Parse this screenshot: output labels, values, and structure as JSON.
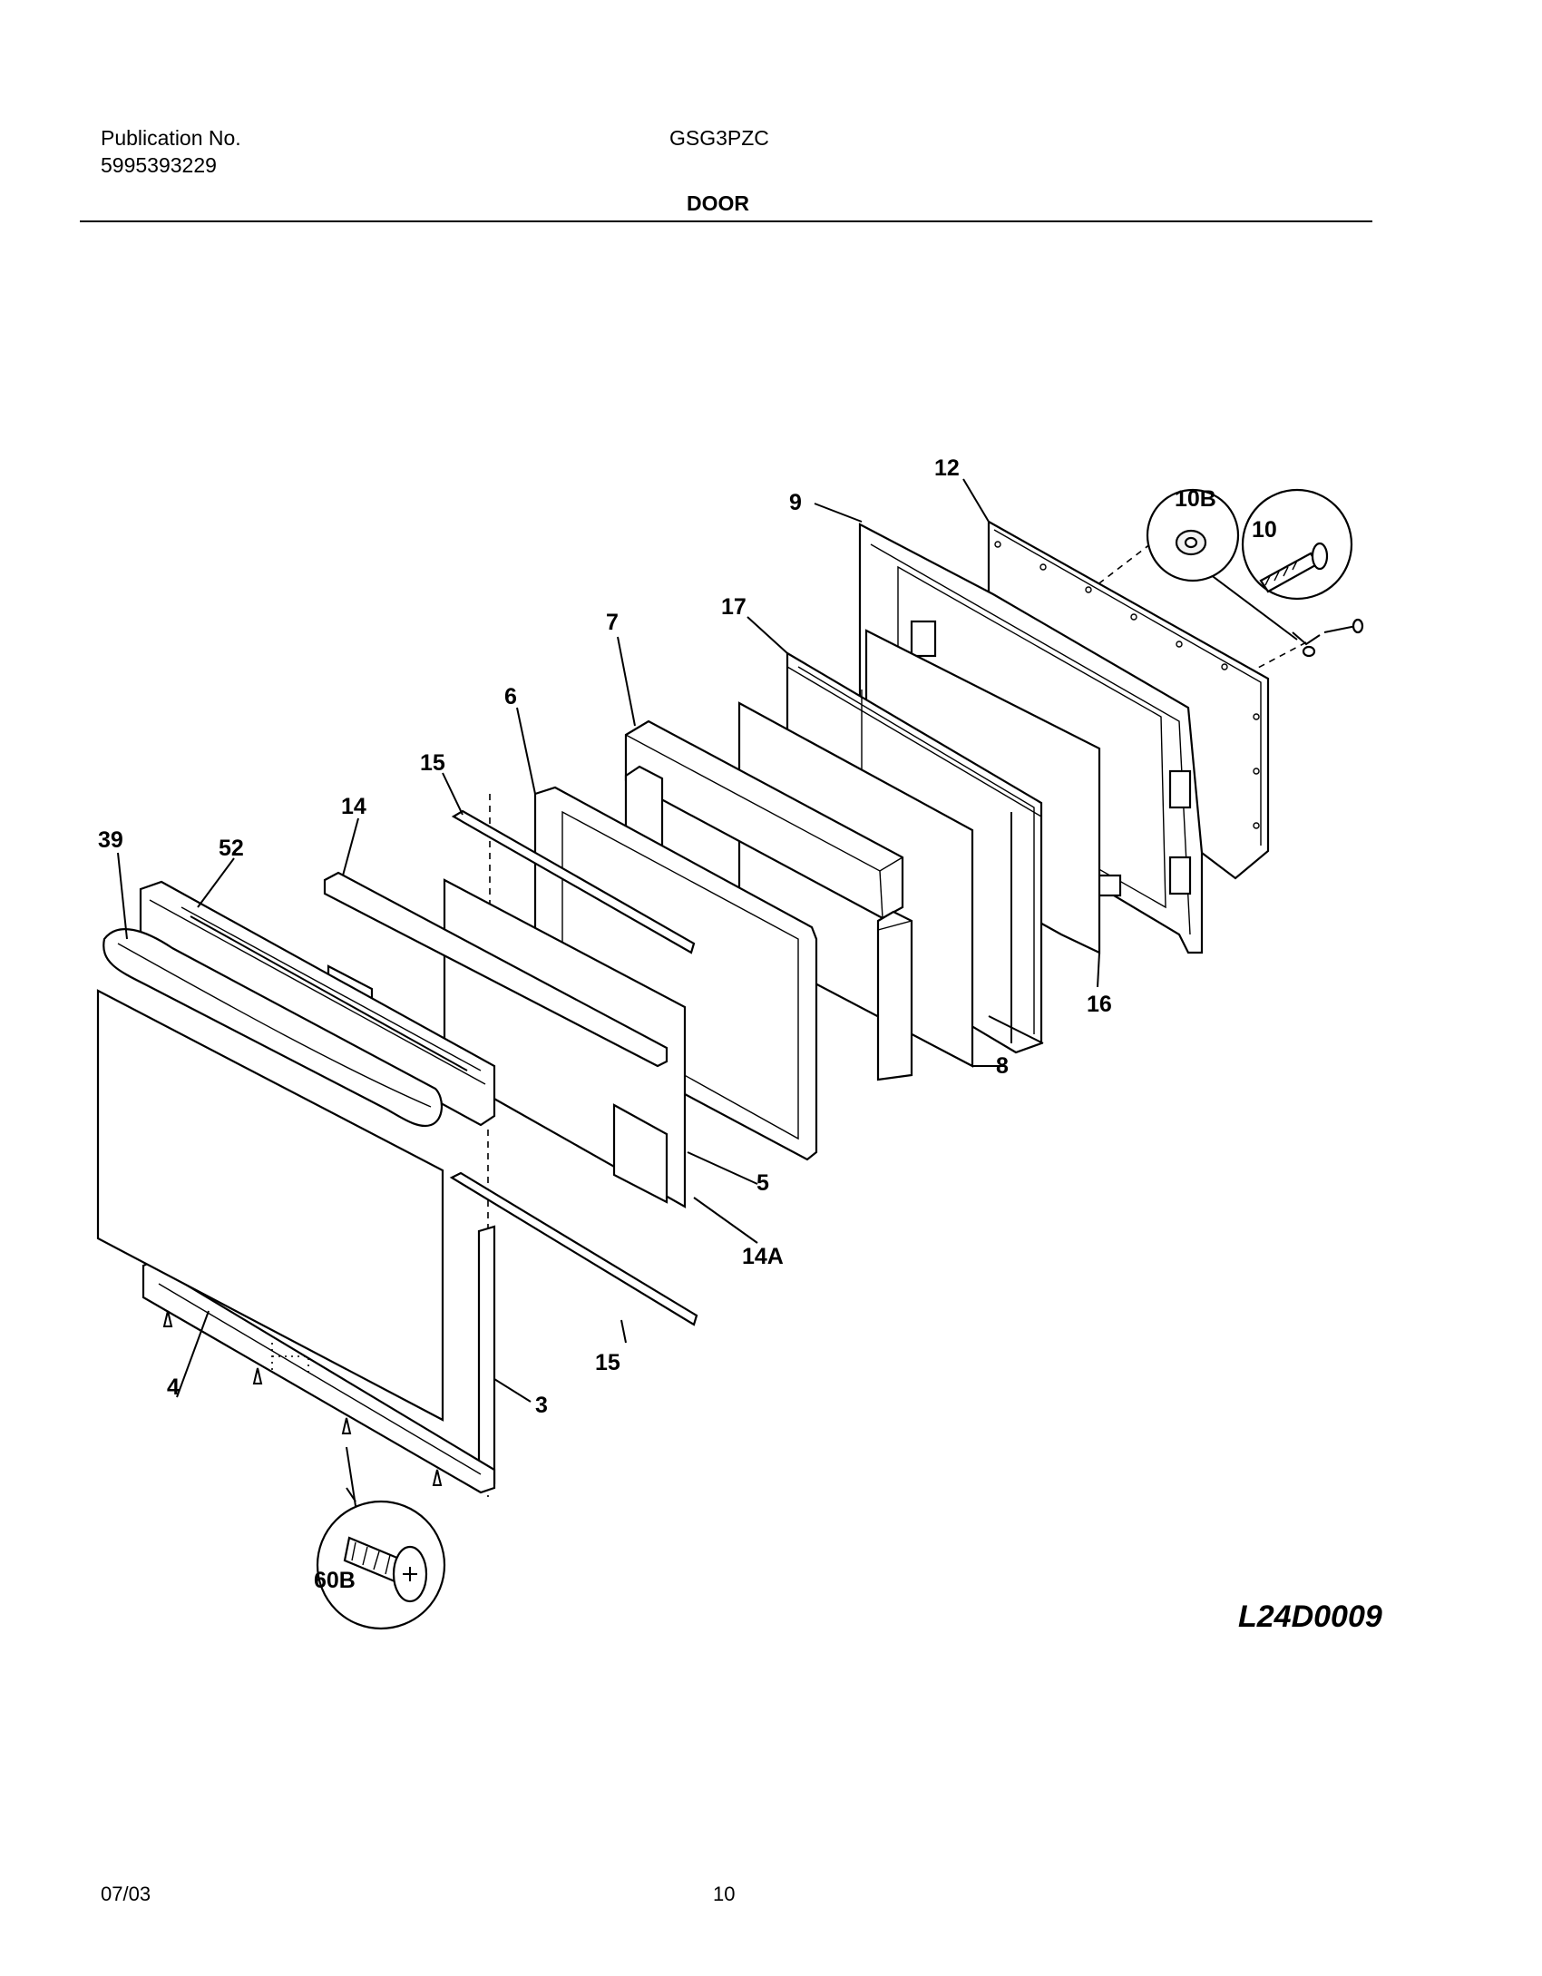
{
  "header": {
    "publication_label": "Publication No.",
    "publication_number": "5995393229",
    "model": "GSG3PZC",
    "section": "DOOR"
  },
  "diagram": {
    "code": "L24D0009",
    "callouts": [
      "3",
      "4",
      "5",
      "6",
      "7",
      "8",
      "9",
      "10",
      "10B",
      "12",
      "14",
      "14A",
      "15",
      "15",
      "16",
      "17",
      "39",
      "52",
      "60B"
    ]
  },
  "footer": {
    "date": "07/03",
    "page": "10"
  }
}
